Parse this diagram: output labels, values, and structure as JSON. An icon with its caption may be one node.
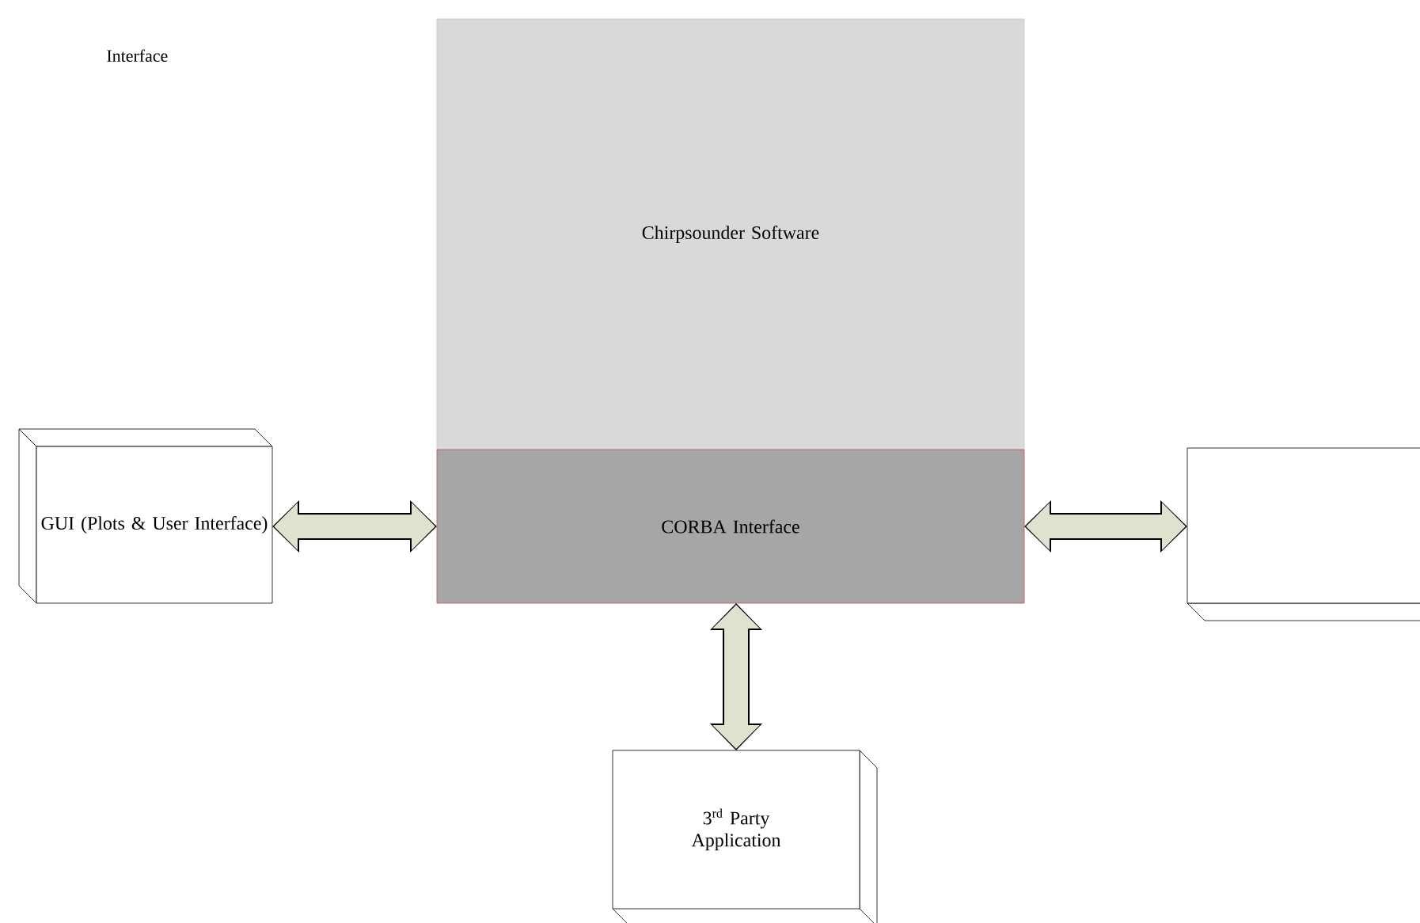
{
  "diagram": {
    "nodes": [
      {
        "text": [
          "Chirpsounder Software"
        ]
      },
      {
        "text": [
          "GUI (Plots & User Interface)"
        ]
      },
      {
        "text": [
          "CORBA Interface"
        ]
      },
      {
        "text": [],
        "shape": "box"
      },
      {
        "text": [
          "3$^{rd}$ Party Application"
        ]
      }
    ],
    "edges": [
      {
        "from": 1,
        "to": 2,
        "arrow": "both"
      },
      {
        "from": 2,
        "to": 3,
        "arrow": "both"
      },
      {
        "from": 2,
        "to": 4,
        "arrow": "both"
      }
    ],
    "labels": [
      "Interface"
    ]
  }
}
